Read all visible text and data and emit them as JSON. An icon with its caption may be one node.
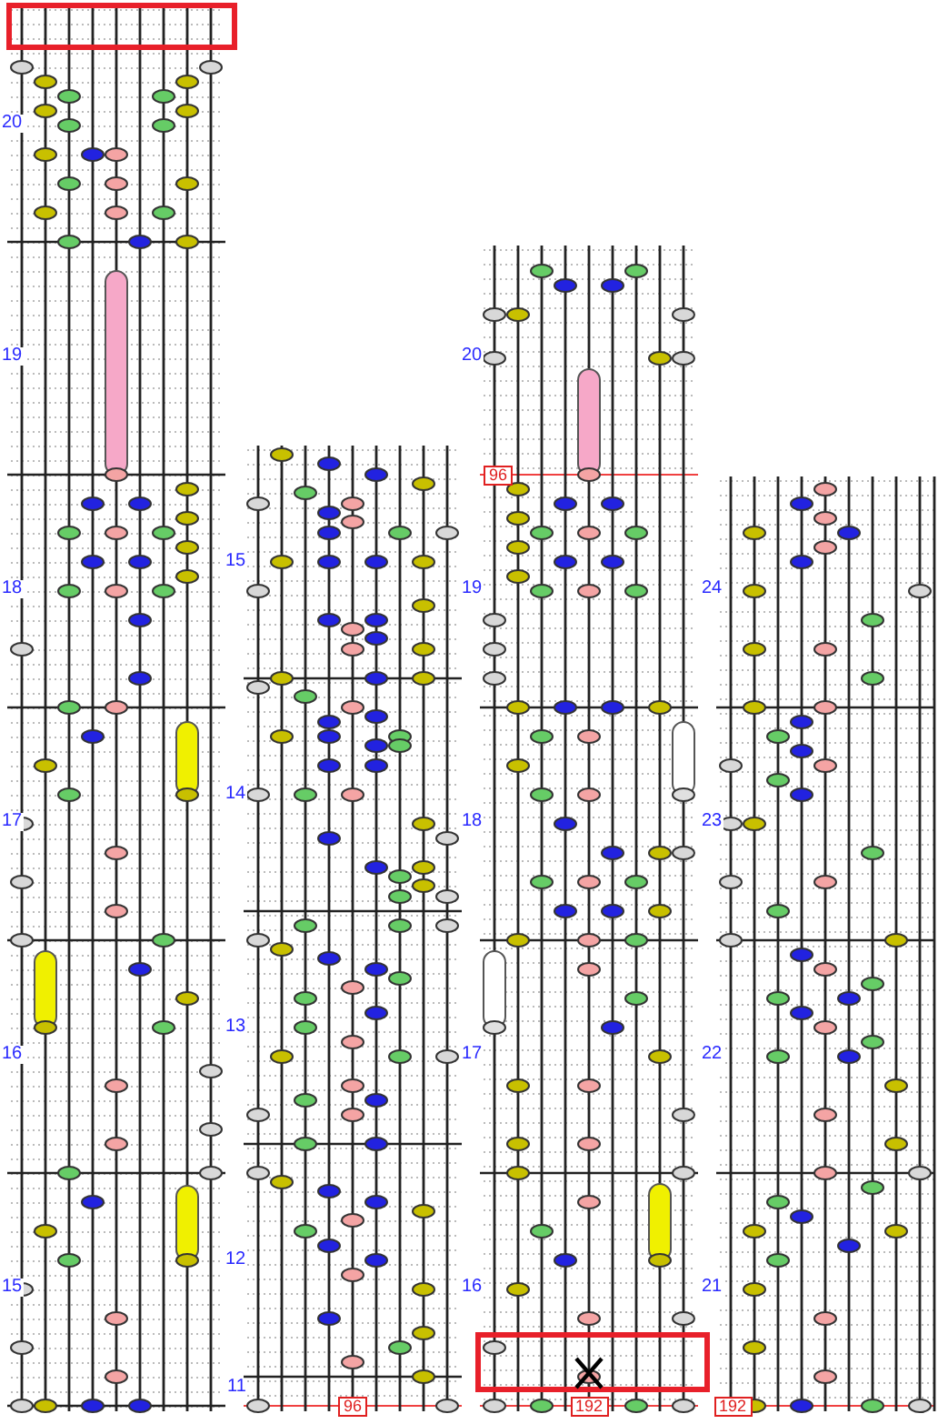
{
  "diagram": {
    "labels": [
      "20",
      "19",
      "18",
      "17",
      "16",
      "15",
      "15",
      "14",
      "13",
      "12",
      "11",
      "96",
      "96",
      "20",
      "19",
      "18",
      "17",
      "16",
      "192",
      "24",
      "23",
      "22",
      "21",
      "192"
    ]
  }
}
